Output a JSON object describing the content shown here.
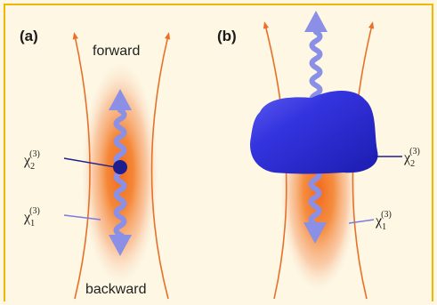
{
  "panels": {
    "a": {
      "label": "(a)",
      "forward_label": "forward",
      "backward_label": "backward",
      "chi_upper": {
        "symbol": "χ",
        "subscript": "2",
        "superscript": "(3)"
      },
      "chi_lower": {
        "symbol": "χ",
        "subscript": "1",
        "superscript": "(3)"
      }
    },
    "b": {
      "label": "(b)",
      "chi_upper": {
        "symbol": "χ",
        "subscript": "2",
        "superscript": "(3)"
      },
      "chi_lower": {
        "symbol": "χ",
        "subscript": "1",
        "superscript": "(3)"
      }
    }
  },
  "colors": {
    "background": "#fdf7e3",
    "frame": "#f2b705",
    "beam_line": "#e8702a",
    "focal_glow": "#f47a2c",
    "wave_arrow": "#8b8fe6",
    "particle": "#1e1e8f",
    "scatterer": "#2a2ad6"
  }
}
